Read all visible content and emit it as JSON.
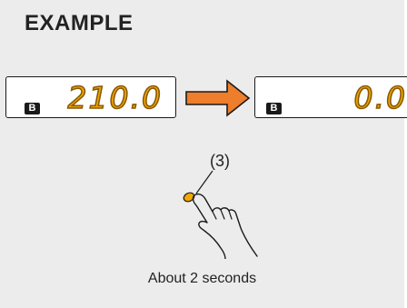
{
  "title": "EXAMPLE",
  "display_before": {
    "badge": "B",
    "value": "210.0"
  },
  "display_after": {
    "badge": "B",
    "value": "0.0"
  },
  "callout_label": "(3)",
  "caption": "About 2 seconds",
  "colors": {
    "panel_background": "#ececec",
    "digit_fill": "#f3a800",
    "arrow_fill": "#ee7d2c",
    "button_fill": "#f3a800"
  }
}
